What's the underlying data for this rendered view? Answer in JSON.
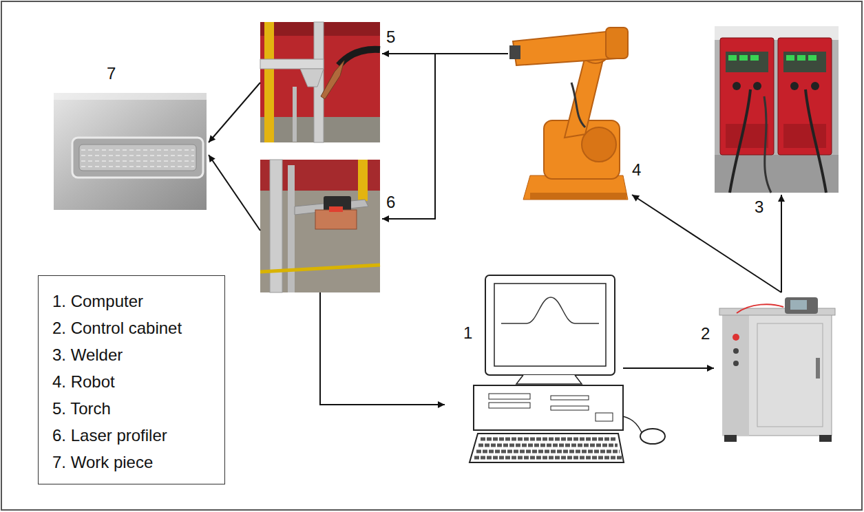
{
  "diagram": {
    "nodes": [
      {
        "text": [
          "7"
        ]
      },
      {
        "text": [
          "5"
        ]
      },
      {
        "text": [
          "4"
        ]
      },
      {
        "text": [
          "3"
        ]
      },
      {
        "text": [
          "6"
        ]
      },
      {
        "text": [
          "1. Computer",
          "2. Control cabinet",
          "3. Welder",
          "4. Robot",
          "5. Torch",
          "6. Laser profiler",
          "7. Work piece"
        ]
      },
      {
        "text": [
          "1"
        ]
      },
      {
        "text": [
          "2"
        ]
      }
    ],
    "edges": [
      {
        "from": 2,
        "to": 1,
        "arrow": "to"
      },
      {
        "from": 2,
        "to": 4,
        "arrow": "to"
      },
      {
        "from": 1,
        "to": 0,
        "arrow": "to"
      },
      {
        "from": 4,
        "to": 0,
        "arrow": "to"
      },
      {
        "from": 4,
        "to": 6,
        "arrow": "to"
      },
      {
        "from": 6,
        "to": 7,
        "arrow": "to"
      },
      {
        "from": 7,
        "to": 2,
        "arrow": "to"
      },
      {
        "from": 7,
        "to": 3,
        "arrow": "to"
      }
    ]
  }
}
